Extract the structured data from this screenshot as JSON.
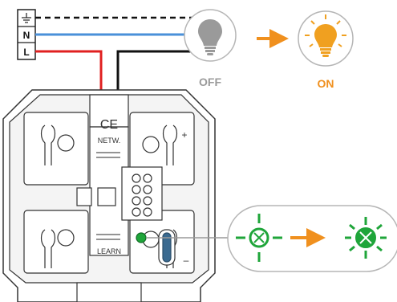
{
  "terminals": {
    "earth_symbol": "⏚",
    "neutral": "N",
    "live": "L"
  },
  "device": {
    "ce_mark": "CE",
    "netw_label": "NETW.",
    "learn_label": "LEARN",
    "plus_label": "+",
    "minus_label": "–"
  },
  "lamps": {
    "off_label": "OFF",
    "on_label": "ON"
  },
  "colors": {
    "neutral_wire": "#4a90d9",
    "live_wire": "#e02020",
    "arrow": "#f0901e",
    "on_bulb": "#f0a020",
    "led_green": "#1fa53a",
    "off_bulb": "#9a9a9a"
  }
}
